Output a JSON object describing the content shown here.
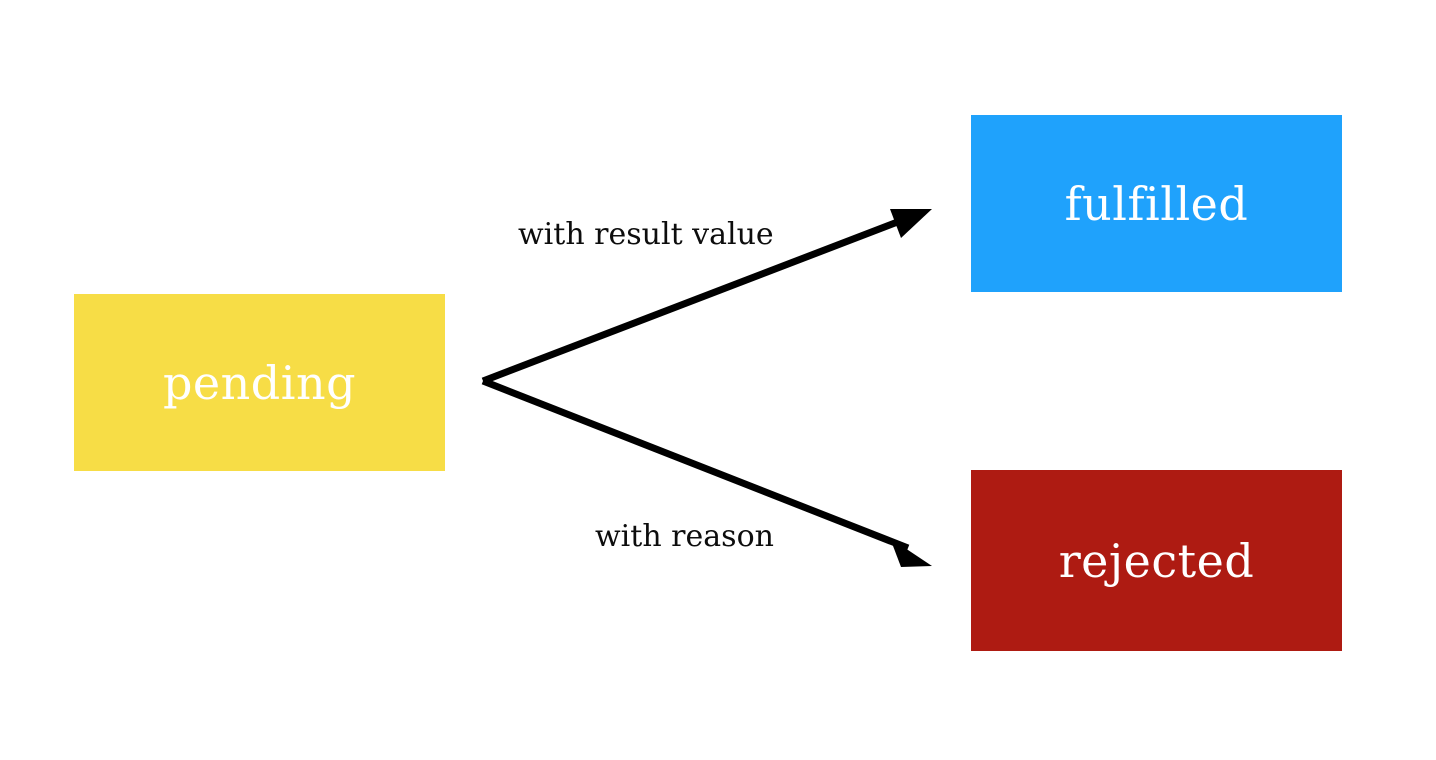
{
  "diagram": {
    "title": "promise-state-transitions",
    "background": "#ffffff",
    "nodes": [
      {
        "id": "pending",
        "label": "pending",
        "fill": "#f7dd46",
        "text_color": "#ffffff"
      },
      {
        "id": "fulfilled",
        "label": "fulfilled",
        "fill": "#1fa2fc",
        "text_color": "#ffffff"
      },
      {
        "id": "rejected",
        "label": "rejected",
        "fill": "#ae1b12",
        "text_color": "#ffffff"
      }
    ],
    "edges": [
      {
        "id": "pending-to-fulfilled",
        "label": "with result value",
        "from": "pending",
        "to": "fulfilled",
        "color": "#000000"
      },
      {
        "id": "pending-to-rejected",
        "label": "with reason",
        "from": "pending",
        "to": "rejected",
        "color": "#000000"
      }
    ]
  }
}
